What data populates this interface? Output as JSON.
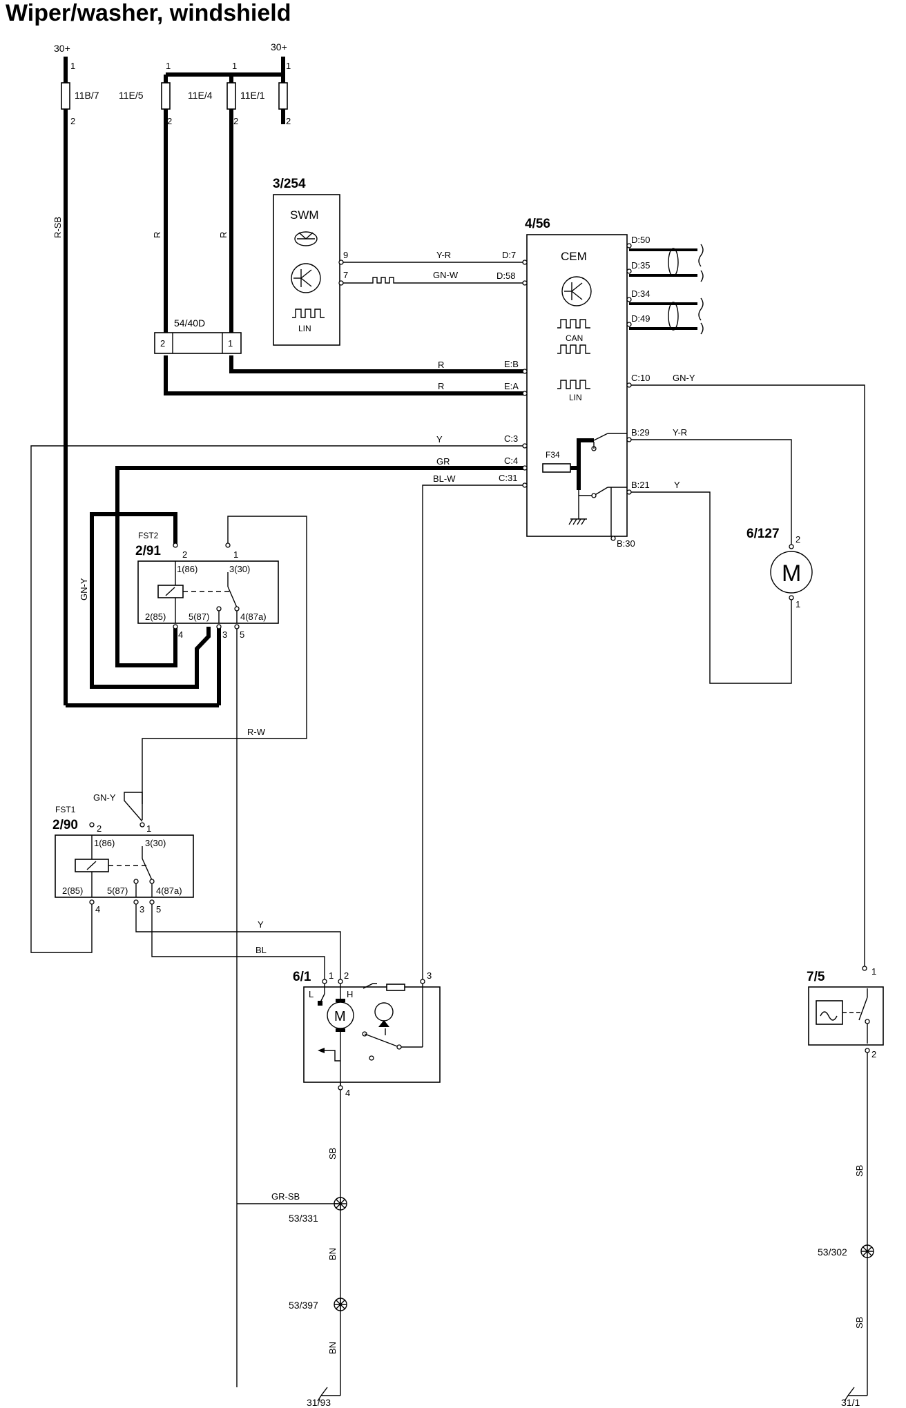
{
  "title": "Wiper/washer, windshield",
  "power": {
    "left": "30+",
    "right": "30+"
  },
  "fuses": {
    "f1": "11B/7",
    "f2": "11E/5",
    "f3": "11E/4",
    "f4": "11E/1"
  },
  "connector": {
    "id": "54/40D",
    "pin_left": "2",
    "pin_right": "1"
  },
  "swm": {
    "id": "3/254",
    "name": "SWM",
    "bus": "LIN",
    "pin9": "9",
    "pin7": "7"
  },
  "cem": {
    "id": "4/56",
    "name": "CEM",
    "bus_can": "CAN",
    "bus_lin": "LIN",
    "fuse": "F34",
    "pins": {
      "d50": "D:50",
      "d35": "D:35",
      "d34": "D:34",
      "d49": "D:49",
      "d7": "D:7",
      "d58": "D:58",
      "eb": "E:B",
      "ea": "E:A",
      "c3": "C:3",
      "c4": "C:4",
      "c31": "C:31",
      "c10": "C:10",
      "b29": "B:29",
      "b21": "B:21",
      "b30": "B:30"
    }
  },
  "relay1": {
    "tag": "FST2",
    "id": "2/91",
    "p86": "1(86)",
    "p30": "3(30)",
    "p85": "2(85)",
    "p87": "5(87)",
    "p87a": "4(87a)",
    "n1": "1",
    "n2": "2",
    "n3": "3",
    "n4": "4",
    "n5": "5"
  },
  "relay2": {
    "tag": "FST1",
    "id": "2/90",
    "p86": "1(86)",
    "p30": "3(30)",
    "p85": "2(85)",
    "p87": "5(87)",
    "p87a": "4(87a)",
    "n1": "1",
    "n2": "2",
    "n3": "3",
    "n4": "4",
    "n5": "5"
  },
  "motor_wiper": {
    "id": "6/1",
    "low": "L",
    "high": "H",
    "p1": "1",
    "p2": "2",
    "p3": "3",
    "p4": "4"
  },
  "motor_washer": {
    "id": "6/127",
    "p1": "1",
    "p2": "2",
    "symbol": "M"
  },
  "switch75": {
    "id": "7/5",
    "p1": "1",
    "p2": "2"
  },
  "ground_points": {
    "g1": "53/331",
    "g2": "53/397",
    "g3": "53/302"
  },
  "grounds": {
    "left": "31/93",
    "right": "31/1"
  },
  "wire_colors": {
    "rsb": "R-SB",
    "r1": "R",
    "r2": "R",
    "yr1": "Y-R",
    "gnw": "GN-W",
    "rb": "R",
    "ra": "R",
    "y1": "Y",
    "gr": "GR",
    "blw": "BL-W",
    "gny1": "GN-Y",
    "yr2": "Y-R",
    "y2": "Y",
    "gny2": "GN-Y",
    "rw": "R-W",
    "gny3": "GN-Y",
    "y3": "Y",
    "bl": "BL",
    "grsb": "GR-SB",
    "sb1": "SB",
    "bn1": "BN",
    "bn2": "BN",
    "sb2": "SB",
    "sb3": "SB"
  },
  "colors": {
    "line": "#000000",
    "background": "#ffffff"
  }
}
